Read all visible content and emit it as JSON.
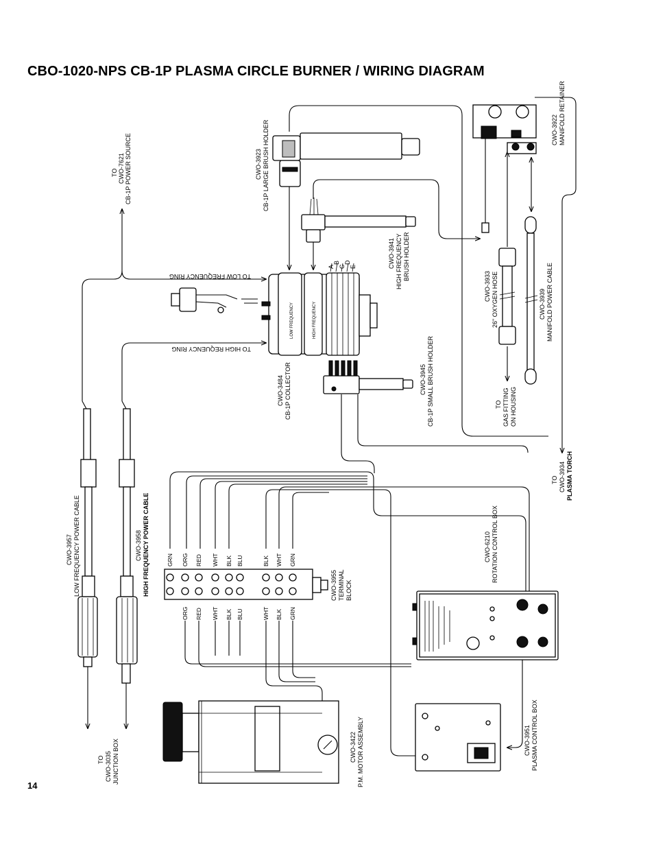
{
  "title": "CBO-1020-NPS CB-1P PLASMA CIRCLE BURNER / WIRING DIAGRAM",
  "page_number": "14",
  "labels": {
    "power_source": [
      "TO",
      "CWO-7621",
      "CB-1P POWER SOURCE"
    ],
    "large_brush_holder": [
      "CWO-3923",
      "CB-1P LARGE BRUSH HOLDER"
    ],
    "manifold_retainer": [
      "CWO-3922",
      "MANIFOLD RETAINER"
    ],
    "hf_brush_holder": [
      "CWO-3941",
      "HIGH FREQUENCY",
      "BRUSH HOLDER"
    ],
    "oxygen_hose": [
      "CWO-3933",
      "26\" OXYGEN HOSE"
    ],
    "manifold_power_cable": [
      "CWO-3939",
      "MANIFOLD POWER CABLE"
    ],
    "to_lf_ring": "TO LOW FREQUENCY RING",
    "to_hf_ring": "TO HIGH REQUENCY RING",
    "collector": [
      "CWO-3484",
      "CB-1P COLLECTOR"
    ],
    "collector_low": "LOW FREQUENCY",
    "collector_high": "HIGH FREQUENCY",
    "collector_letters": [
      "A",
      "B",
      "C",
      "D",
      "E"
    ],
    "small_brush_holder": [
      "CWO-3945",
      "CB-1P SMALL BRUSH HOLDER"
    ],
    "gas_fitting": [
      "TO",
      "GAS FITTING",
      "ON HOUSING"
    ],
    "plasma_torch": [
      "TO",
      "CWO-3934",
      "PLASMA TORCH"
    ],
    "lf_cable": [
      "CWO-3957",
      "LOW FREQUENCY POWER CABLE"
    ],
    "hf_cable": [
      "CWO-3958",
      "HIGH FREQUENCY POWER CABLE"
    ],
    "terminal_block": [
      "CWO-3955",
      "TERMINAL",
      "BLOCK"
    ],
    "terminal_top": [
      "GRN",
      "ORG",
      "RED",
      "WHT",
      "BLK",
      "BLU",
      "BLK",
      "WHT",
      "GRN"
    ],
    "terminal_bottom": [
      "ORG",
      "RED",
      "WHT",
      "BLK",
      "BLU",
      "WHT",
      "BLK",
      "GRN"
    ],
    "rotation_box": [
      "CWO-6210",
      "ROTATION CONTROL BOX"
    ],
    "junction_box": [
      "TO",
      "CWO-3035",
      "JUNCTION BOX"
    ],
    "motor": [
      "CWO-3422",
      "P.M. MOTOR ASSEMBLY"
    ],
    "plasma_box": [
      "CWO-3951",
      "PLASMA CONTROL BOX"
    ]
  }
}
